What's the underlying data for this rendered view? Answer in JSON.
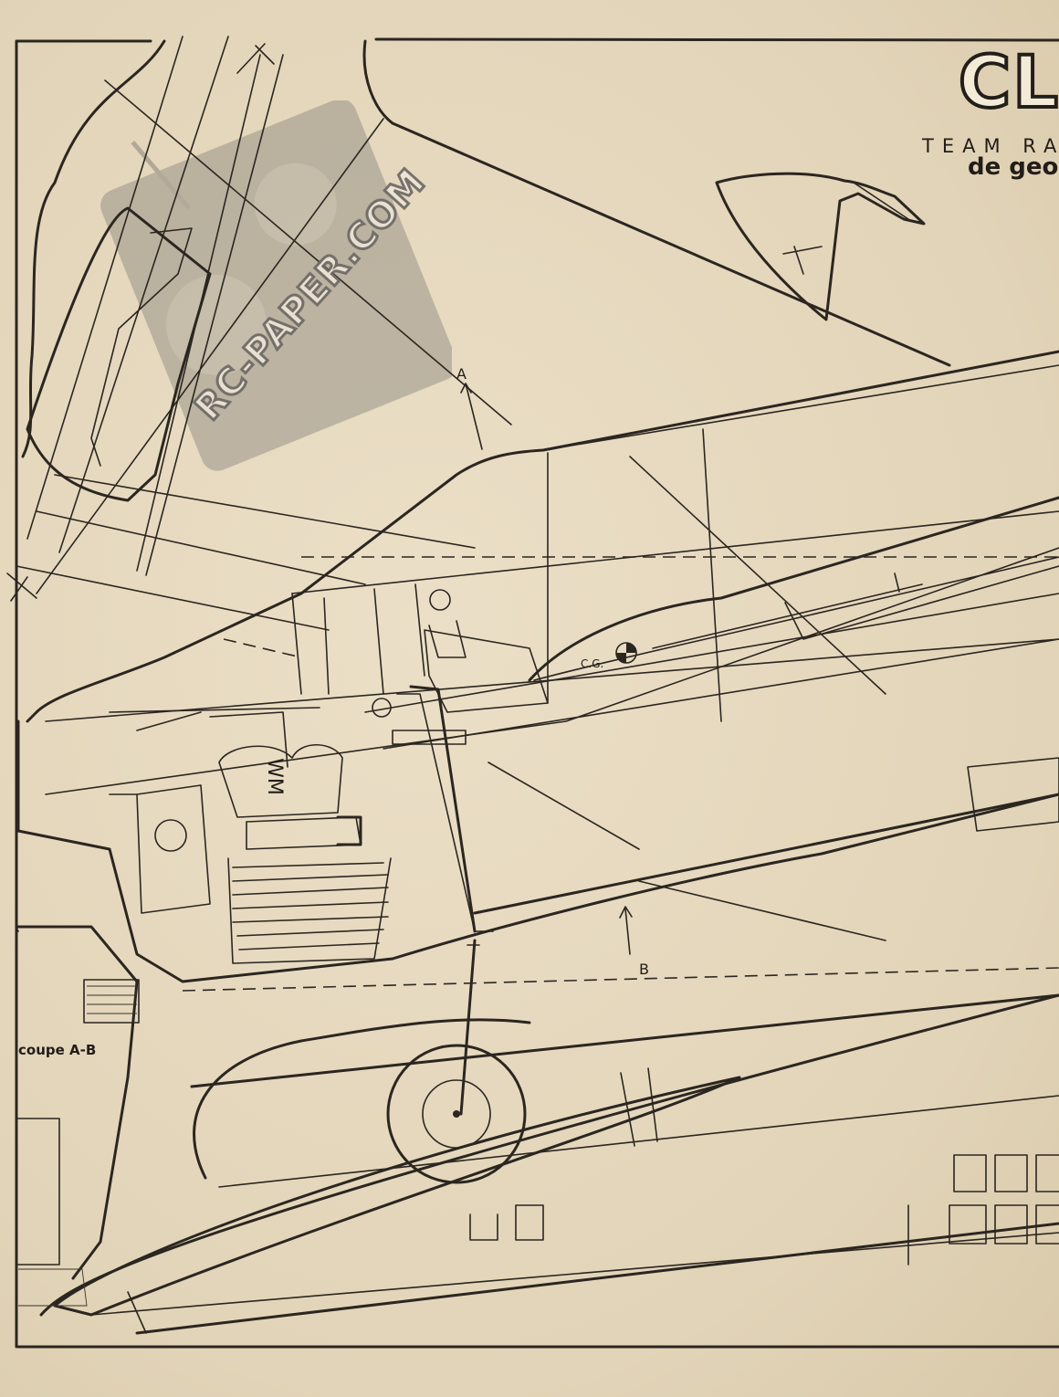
{
  "title": "CL",
  "subtitle": "TEAM RA",
  "author": "de geor",
  "section_label": "coupe A-B",
  "cg_label": "C.G.",
  "arrow_a": "A",
  "arrow_b": "B",
  "engine_brand": "WM",
  "watermark": "RC-PAPER.COM",
  "colors": {
    "paper": "#e8dcc3",
    "ink": "#2b2620"
  }
}
